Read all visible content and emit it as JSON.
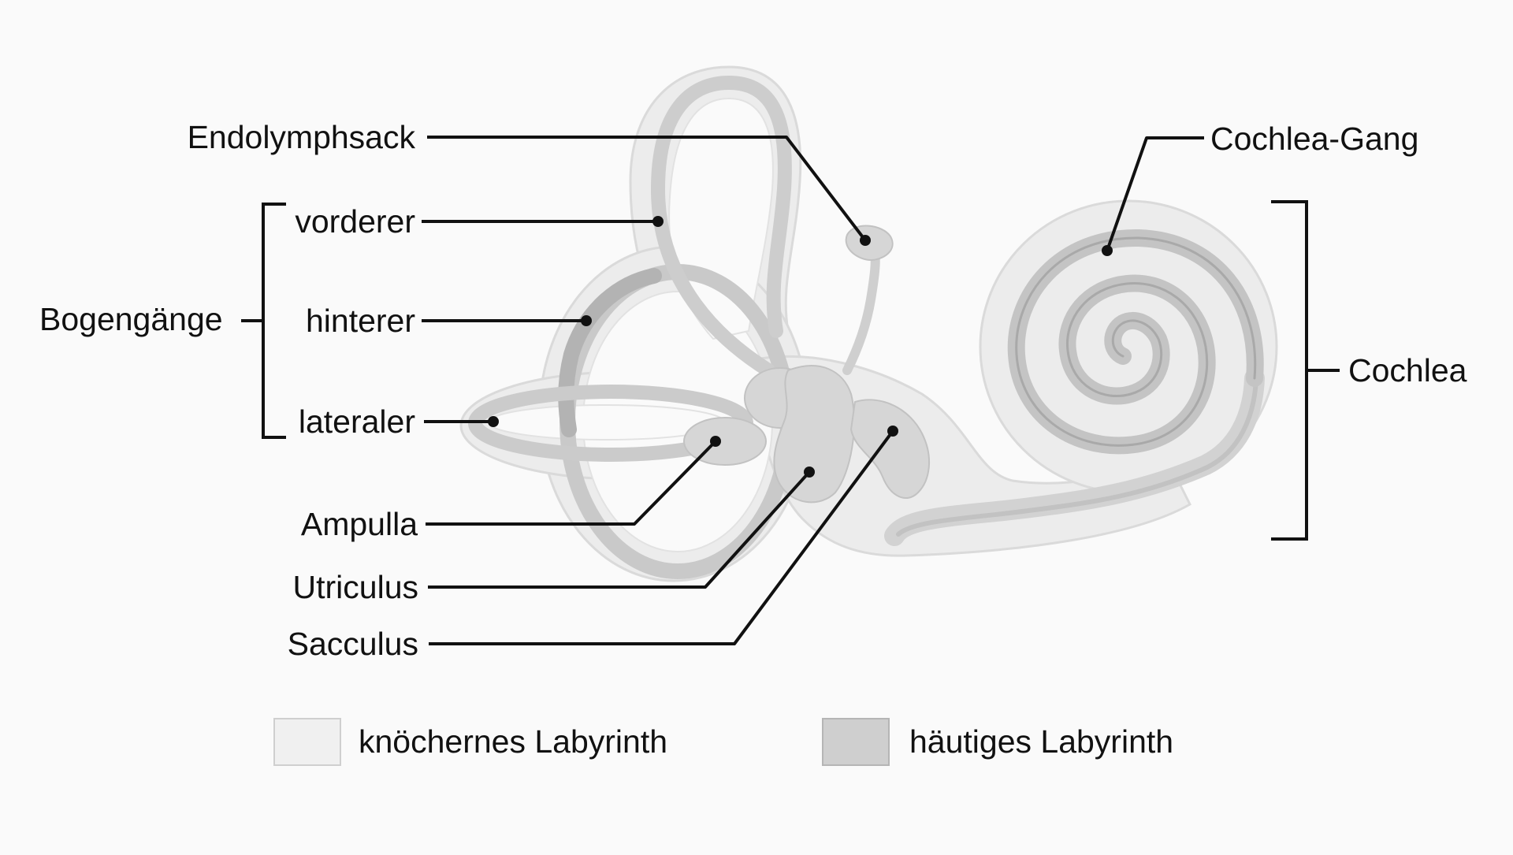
{
  "labels": {
    "endolymphsack": "Endolymphsack",
    "bogengaenge": "Bogengänge",
    "vorderer": "vorderer",
    "hinterer": "hinterer",
    "lateraler": "lateraler",
    "ampulla": "Ampulla",
    "utriculus": "Utriculus",
    "sacculus": "Sacculus",
    "cochlea_gang": "Cochlea-Gang",
    "cochlea": "Cochlea"
  },
  "legend": [
    {
      "label": "knöchernes Labyrinth",
      "color": "#f0f0f0"
    },
    {
      "label": "häutiges Labyrinth",
      "color": "#cfcfcf"
    }
  ],
  "colors": {
    "background": "#fafafa",
    "bony_labyrinth": "#ececec",
    "membranous_labyrinth": "#cdcdcd",
    "outline": "#b8b8b8",
    "leader_lines": "#111111"
  }
}
